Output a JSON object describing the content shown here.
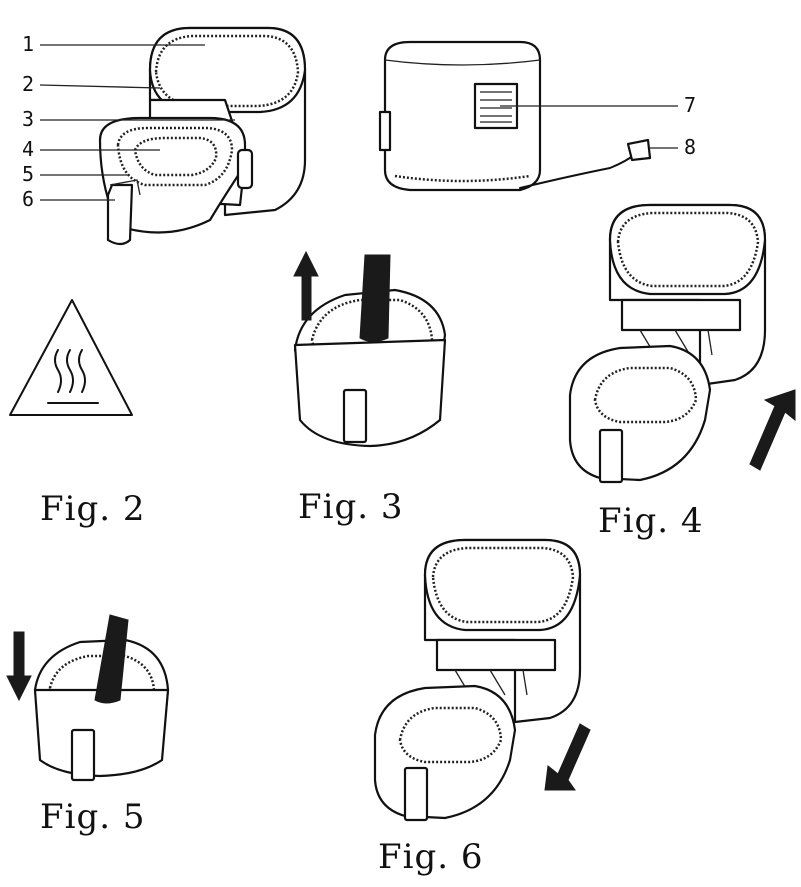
{
  "callouts": [
    "1",
    "2",
    "3",
    "4",
    "5",
    "6",
    "7",
    "8"
  ],
  "figures": {
    "fig2": "Fig. 2",
    "fig3": "Fig. 3",
    "fig4": "Fig. 4",
    "fig5": "Fig. 5",
    "fig6": "Fig. 6"
  },
  "icons": {
    "warning": "hot-surface-warning-icon",
    "up_arrow": "arrow-up-icon",
    "down_arrow": "arrow-down-icon",
    "push_arrow": "arrow-diagonal-up-icon",
    "pull_arrow": "arrow-diagonal-down-icon"
  },
  "colors": {
    "ink": "#111111",
    "paper": "#ffffff"
  }
}
